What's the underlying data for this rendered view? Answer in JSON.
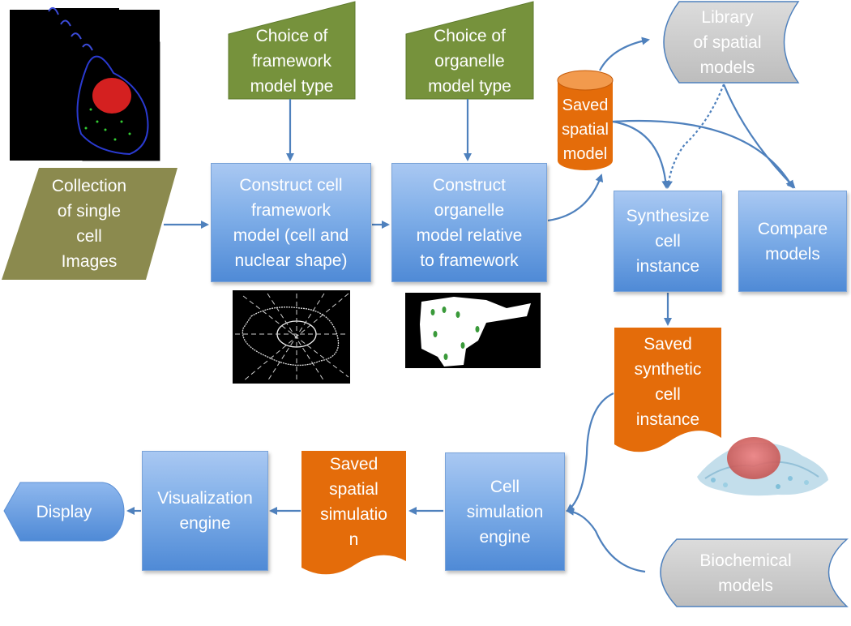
{
  "nodes": {
    "collection": "Collection\nof single\ncell\nImages",
    "choice_framework": "Choice of\nframework\nmodel type",
    "choice_organelle": "Choice of\norganelle\nmodel type",
    "construct_cell": "Construct cell\nframework\nmodel (cell and\nnuclear shape)",
    "construct_organelle": "Construct\norganelle\nmodel relative\nto framework",
    "saved_spatial_model": "Saved\nspatial\nmodel",
    "library": "Library\nof spatial\nmodels",
    "synthesize": "Synthesize\ncell\ninstance",
    "compare": "Compare\nmodels",
    "saved_synthetic": "Saved\nsynthetic\ncell\ninstance",
    "cell_sim_engine": "Cell\nsimulation\nengine",
    "saved_spatial_sim": "Saved\nspatial\nsimulatio\nn",
    "visualization": "Visualization\nengine",
    "display": "Display",
    "biochemical": "Biochemical\nmodels"
  },
  "colors": {
    "blue_box": "#6a9fe0",
    "olive": "#8b8a4e",
    "green": "#76923c",
    "orange": "#e46c0a",
    "gray": "#c8c8c8",
    "arrow": "#4f81bd"
  }
}
